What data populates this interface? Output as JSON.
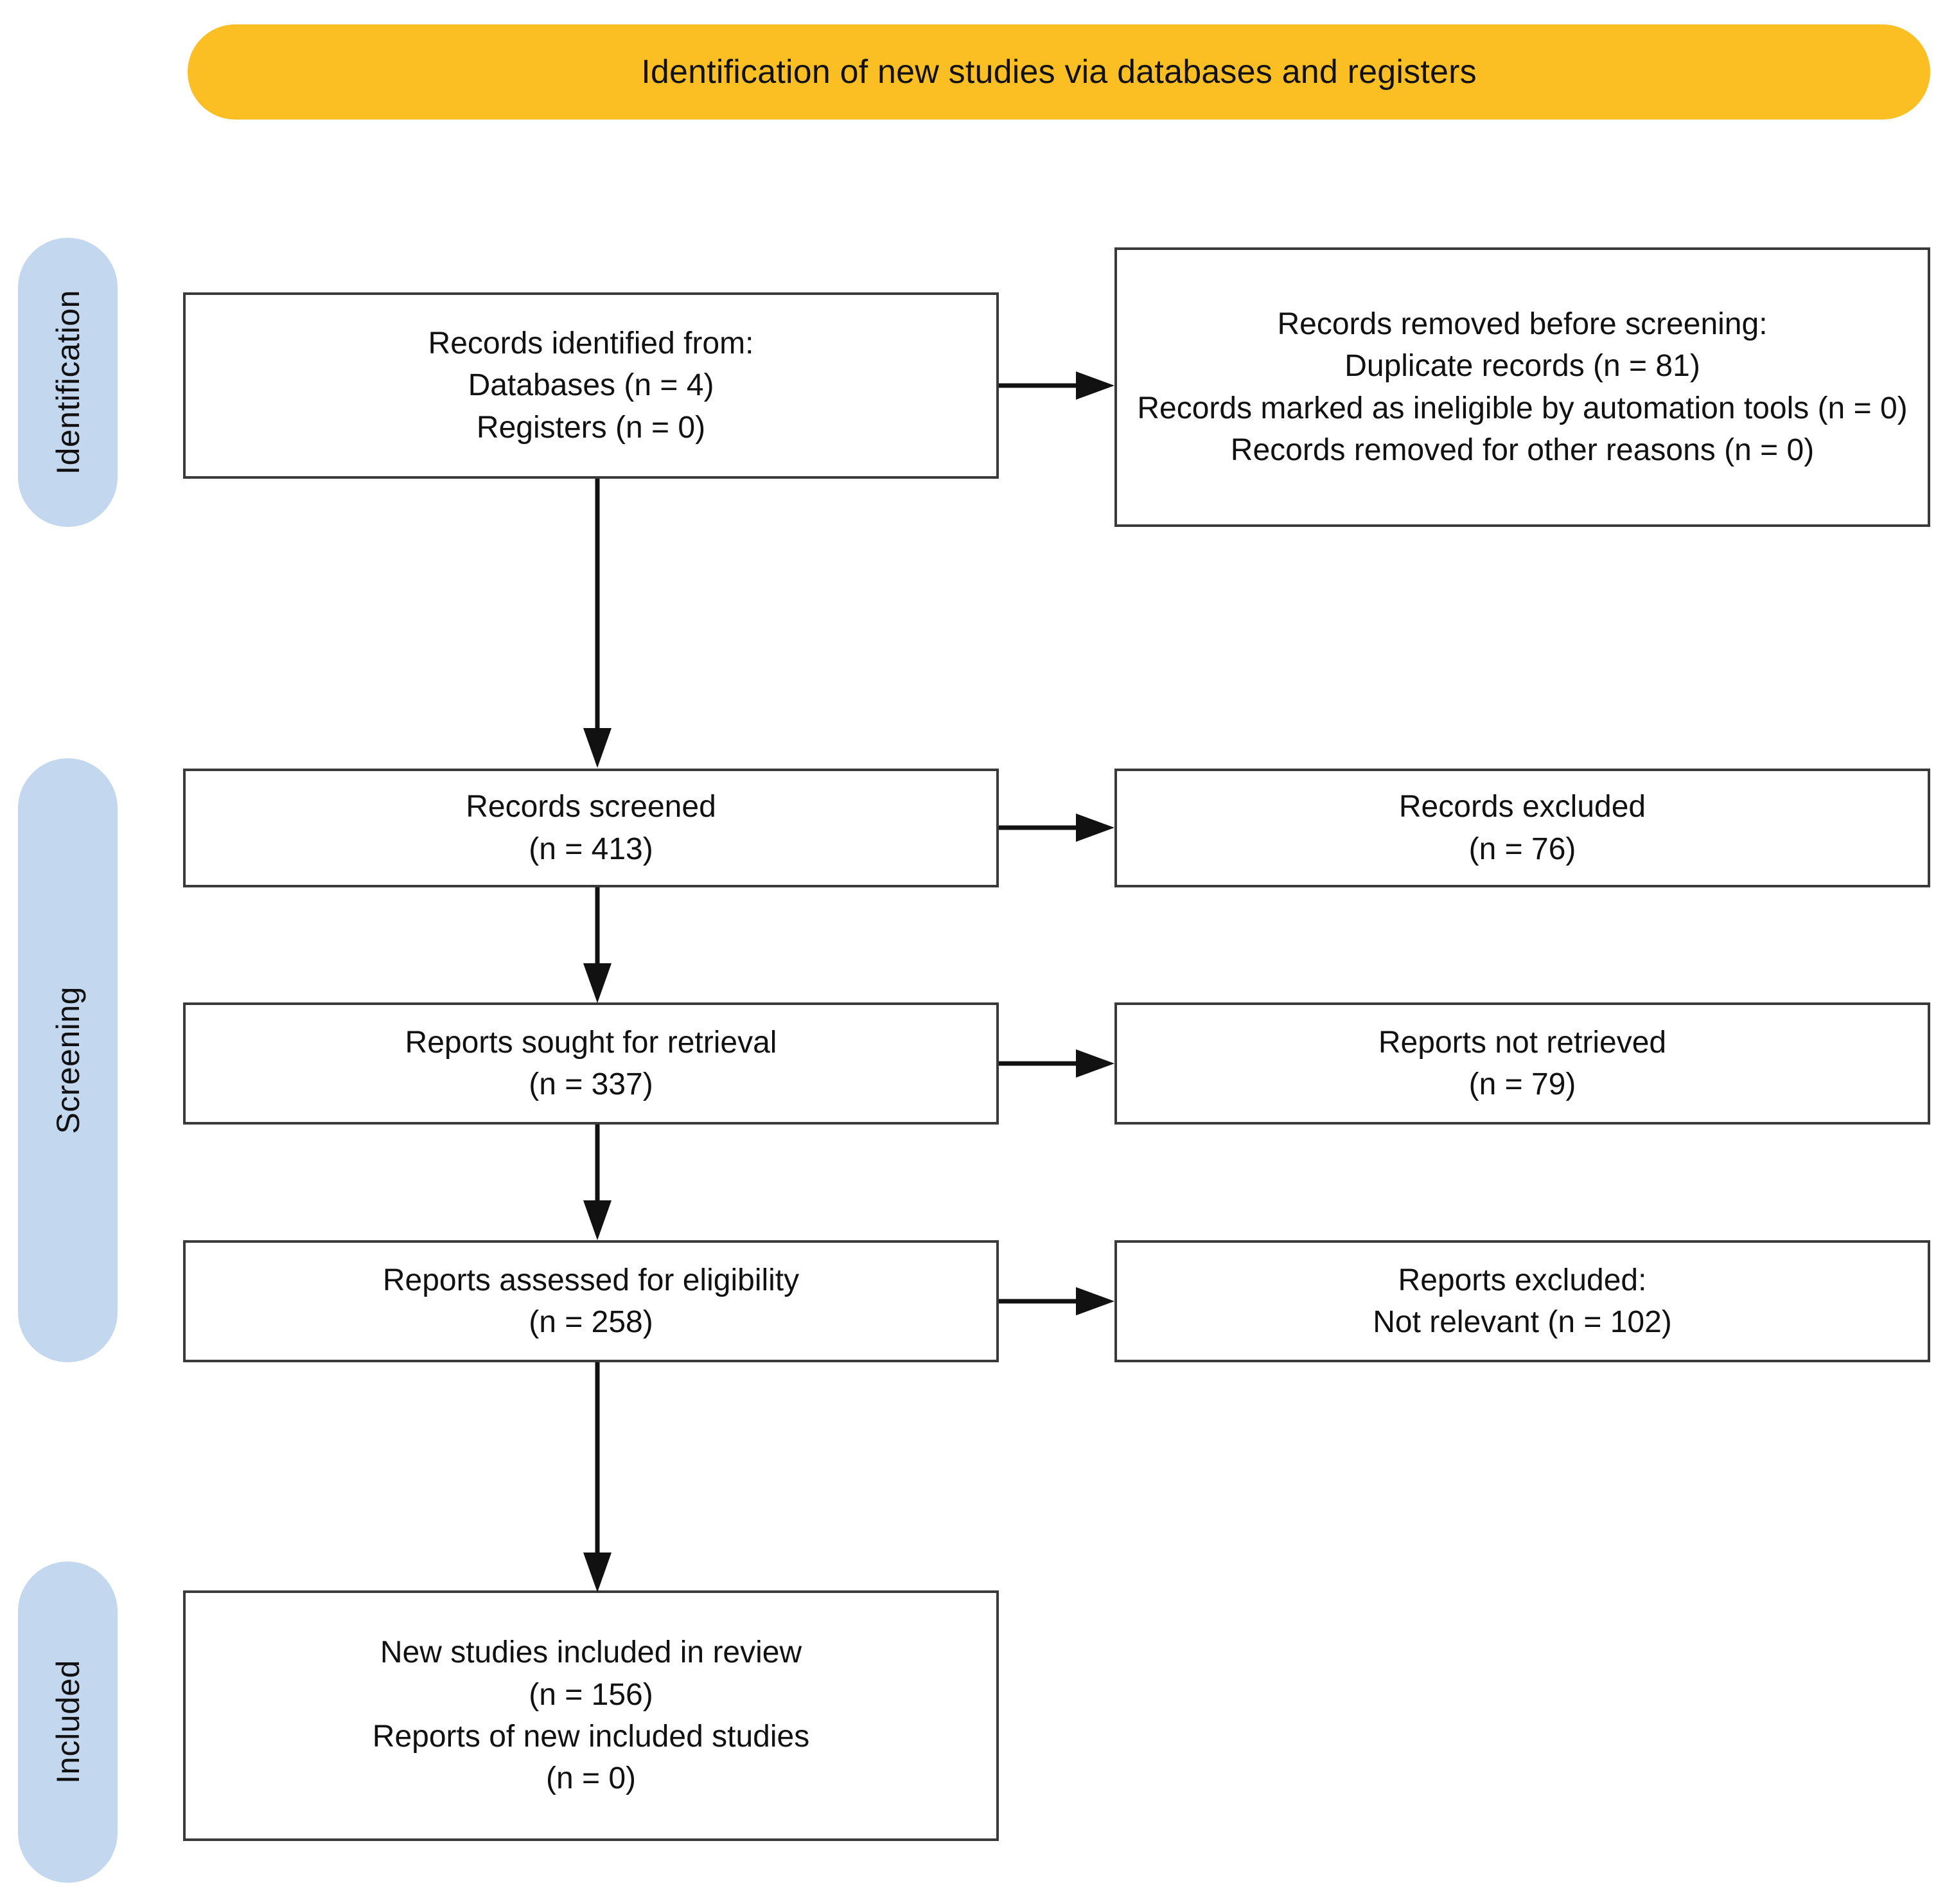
{
  "banner": {
    "title": "Identification of new studies via databases and registers",
    "color": "#FBBF24"
  },
  "stages": {
    "color": "#C3D7EF",
    "items": [
      {
        "label": "Identification"
      },
      {
        "label": "Screening"
      },
      {
        "label": "Included"
      }
    ]
  },
  "boxes": {
    "identified": {
      "lines": [
        "Records identified from:",
        "Databases (n = 4)",
        "Registers (n = 0)"
      ]
    },
    "removed_before_screening": {
      "lines": [
        "Records removed before screening:",
        "Duplicate records (n = 81)",
        "Records marked as ineligible by automation tools (n = 0)",
        "Records removed for other reasons (n = 0)"
      ]
    },
    "screened": {
      "lines": [
        "Records screened",
        "(n = 413)"
      ]
    },
    "records_excluded": {
      "lines": [
        "Records excluded",
        "(n = 76)"
      ]
    },
    "sought_for_retrieval": {
      "lines": [
        "Reports sought for retrieval",
        "(n = 337)"
      ]
    },
    "not_retrieved": {
      "lines": [
        "Reports not retrieved",
        "(n = 79)"
      ]
    },
    "assessed_eligibility": {
      "lines": [
        "Reports assessed for eligibility",
        "(n = 258)"
      ]
    },
    "reports_excluded": {
      "lines": [
        "Reports excluded:",
        "Not relevant (n = 102)"
      ]
    },
    "new_studies_included": {
      "lines": [
        "New studies included in review",
        "(n = 156)",
        "Reports of new included studies",
        "(n = 0)"
      ]
    }
  },
  "flow_data": {
    "type": "prisma-flow",
    "identified_databases": 4,
    "identified_registers": 0,
    "duplicate_records_removed": 81,
    "ineligible_by_automation": 0,
    "removed_other_reasons": 0,
    "records_screened": 413,
    "records_excluded": 76,
    "reports_sought": 337,
    "reports_not_retrieved": 79,
    "reports_assessed": 258,
    "reports_excluded_not_relevant": 102,
    "new_studies_included": 156,
    "reports_of_new_included_studies": 0
  }
}
